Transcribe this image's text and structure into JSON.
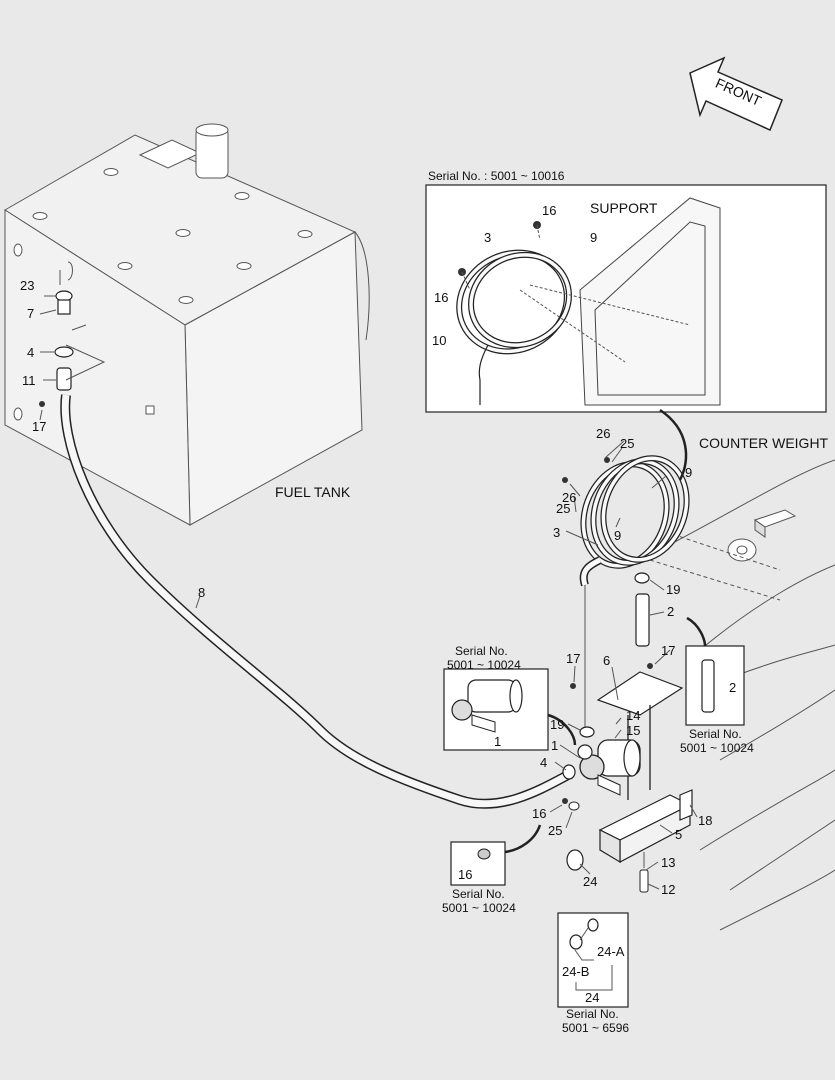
{
  "labels": {
    "front": "FRONT",
    "serial_support": "Serial No. : 5001 ~ 10016",
    "support": "SUPPORT",
    "counter_weight": "COUNTER WEIGHT",
    "fuel_tank": "FUEL TANK",
    "serial_no": "Serial No.",
    "range_10024": "5001 ~ 10024",
    "range_6596": "5001 ~ 6596"
  },
  "callouts": {
    "p1": "1",
    "p2": "2",
    "p3": "3",
    "p4": "4",
    "p5": "5",
    "p6": "6",
    "p7": "7",
    "p8": "8",
    "p9": "9",
    "p10": "10",
    "p11": "11",
    "p12": "12",
    "p13": "13",
    "p14": "14",
    "p15": "15",
    "p16": "16",
    "p17": "17",
    "p18": "18",
    "p19": "19",
    "p23": "23",
    "p24": "24",
    "p24a": "24-A",
    "p24b": "24-B",
    "p25": "25",
    "p26": "26"
  }
}
